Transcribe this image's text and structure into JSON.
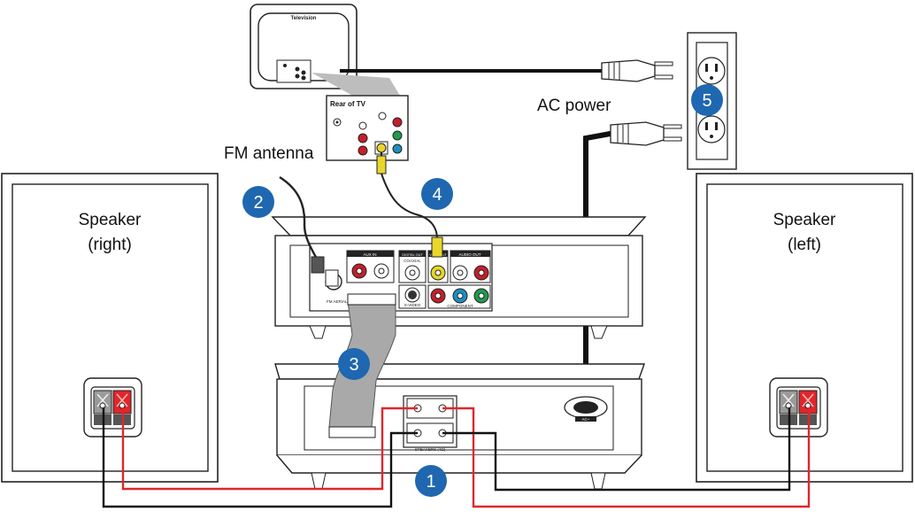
{
  "labels": {
    "television": "Television",
    "rear_of_tv": "Rear of TV",
    "fm_antenna": "FM antenna",
    "ac_power": "AC power",
    "speaker_right": [
      "Speaker",
      "(right)"
    ],
    "speaker_left": [
      "Speaker",
      "(left)"
    ],
    "aux_in": "AUX IN",
    "digital_out": "DIGITAL OUT",
    "video_out": "VIDEO OUT",
    "audio_out": "AUDIO OUT",
    "component": "COMPONENT",
    "s_video": "S-VIDEO",
    "fm_aerial": "FM AERIAL",
    "coaxial": "COAXIAL",
    "speakers": "SPEAKERS (4Ω)",
    "ac": "AC~"
  },
  "steps": [
    {
      "id": "step-1",
      "number": "1"
    },
    {
      "id": "step-2",
      "number": "2"
    },
    {
      "id": "step-3",
      "number": "3"
    },
    {
      "id": "step-4",
      "number": "4"
    },
    {
      "id": "step-5",
      "number": "5"
    }
  ],
  "colors": {
    "step_badge": "#1f67b0",
    "red_wire": "#e0262b",
    "black_wire": "#111111",
    "ribbon": "#a9a9a9",
    "jack_red": "#c41f2a",
    "jack_yellow": "#e8d62a",
    "jack_blue": "#1c8fc0",
    "jack_green": "#1f9b4b"
  }
}
